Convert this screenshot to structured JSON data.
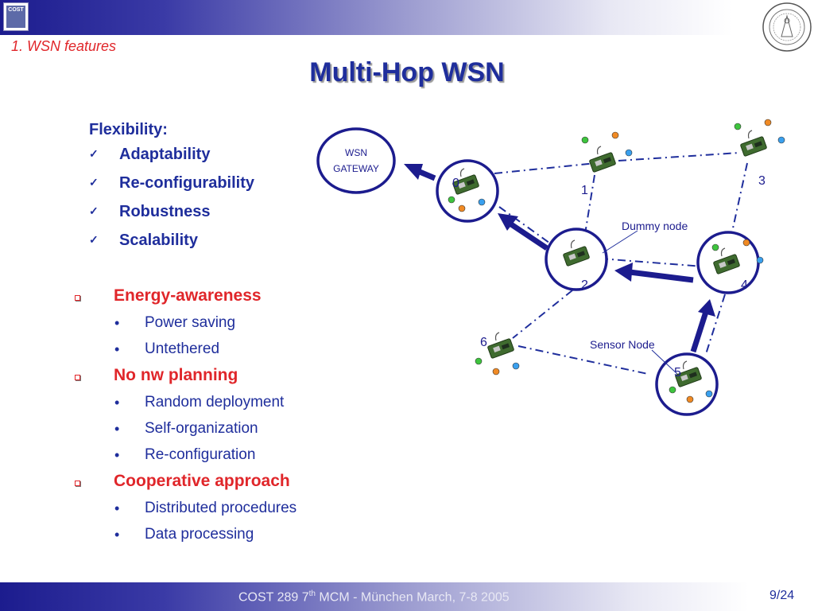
{
  "header": {
    "logo_text": "COST",
    "section_label": "1.  WSN features",
    "title": "Multi-Hop WSN"
  },
  "flexibility": {
    "heading": "Flexibility:",
    "items": [
      "Adaptability",
      "Re-configurability",
      "Robustness",
      "Scalability"
    ]
  },
  "bullets": [
    {
      "label": "Energy-awareness",
      "subs": [
        "Power saving",
        "Untethered"
      ]
    },
    {
      "label": "No nw planning",
      "subs": [
        "Random deployment",
        "Self-organization",
        "Re-configuration"
      ]
    },
    {
      "label": "Cooperative approach",
      "subs": [
        "Distributed procedures",
        "Data processing"
      ]
    }
  ],
  "diagram": {
    "gateway_line1": "WSN",
    "gateway_line2": "GATEWAY",
    "node_numbers": [
      "0",
      "1",
      "2",
      "3",
      "4",
      "5",
      "6"
    ],
    "dummy_node_label": "Dummy node",
    "sensor_node_label": "Sensor Node"
  },
  "footer": {
    "text_pre": "COST 289 7",
    "text_sup": "th",
    "text_post": " MCM - München March, 7-8 2005",
    "page_number": "9/24"
  },
  "colors": {
    "title_blue": "#1f2e9c",
    "accent_red": "#e0262a",
    "bar_blue": "#1c1c8e"
  }
}
